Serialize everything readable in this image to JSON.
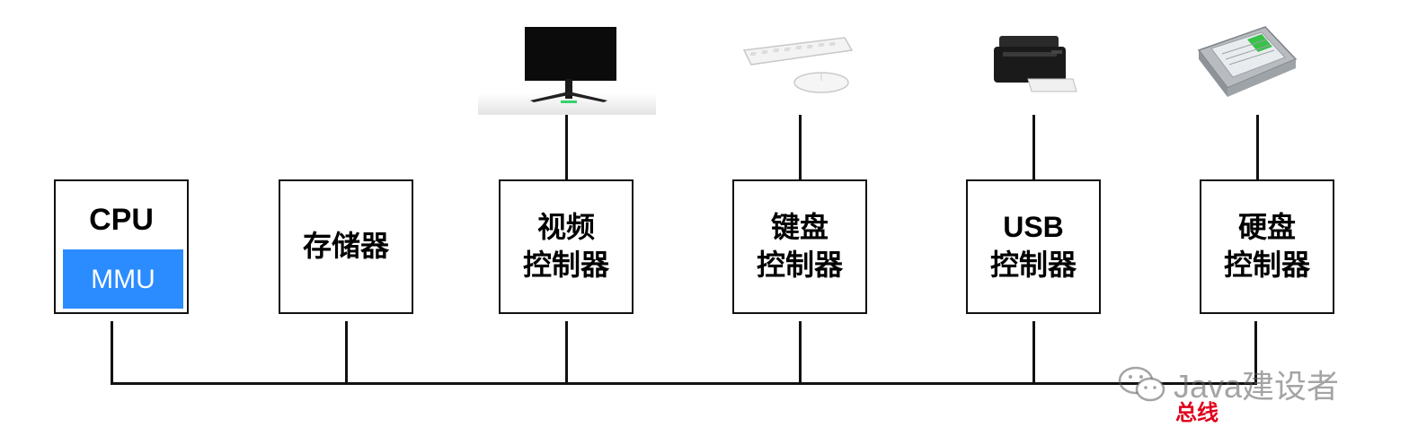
{
  "bus": {
    "label": "总线"
  },
  "components": {
    "cpu": {
      "title": "CPU",
      "mmu": "MMU"
    },
    "memory": {
      "label": "存储器"
    },
    "video": {
      "line1": "视频",
      "line2": "控制器"
    },
    "keyboard": {
      "line1": "键盘",
      "line2": "控制器"
    },
    "usb": {
      "line1": "USB",
      "line2": "控制器"
    },
    "disk": {
      "line1": "硬盘",
      "line2": "控制器"
    }
  },
  "devices": {
    "monitor": "monitor-icon",
    "keyboard_mouse": "keyboard-mouse-icon",
    "printer": "printer-icon",
    "hard_drive": "hard-drive-icon"
  },
  "colors": {
    "mmu": "#2b8cff",
    "bus_label": "#e0001b",
    "lines": "#111111"
  },
  "watermark": {
    "text": "Java建设者"
  }
}
